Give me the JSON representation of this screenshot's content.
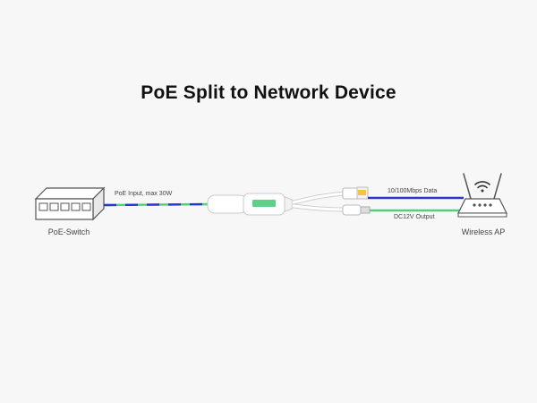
{
  "title": "PoE Split to Network Device",
  "devices": {
    "switch_label": "PoE-Switch",
    "ap_label": "Wireless AP"
  },
  "cables": {
    "input_label": "PoE Input, max 30W",
    "data_label": "10/100Mbps Data",
    "power_label": "DC12V Output"
  },
  "colors": {
    "data_line": "#2b35c8",
    "power_line": "#4fd07a",
    "splitter_badge": "#5fd08a"
  },
  "icons": [
    "switch-icon",
    "splitter-icon",
    "rj45-connector-icon",
    "dc-plug-icon",
    "router-icon",
    "wifi-icon"
  ]
}
